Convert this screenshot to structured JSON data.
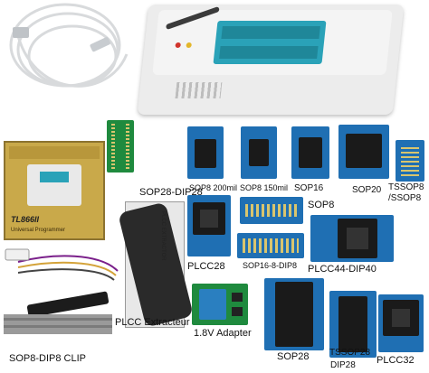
{
  "labels": {
    "sop28_dip28": "SOP28-DIP28",
    "sop8_200mil": "SOP8 200mil",
    "sop8_150mil": "SOP8 150mil",
    "sop16": "SOP16",
    "sop20": "SOP20",
    "tssop8_line1": "TSSOP8",
    "tssop8_line2": "/SSOP8",
    "sop8": "SOP8",
    "plcc28": "PLCC28",
    "sop16_8_dip8": "SOP16-8-DIP8",
    "plcc44_dip40": "PLCC44-DIP40",
    "plcc_extracteur": "PLCC Extracteur",
    "adapter_1_8v": "1.8V Adapter",
    "sop28": "SOP28",
    "tssop28_line1": "TSSOP28",
    "tssop28_line2": "DIP28",
    "plcc32": "PLCC32",
    "sop8_dip8_clip": "SOP8-DIP8 CLIP"
  },
  "box_text": {
    "model": "TL866II",
    "subtitle": "Universal Programmer",
    "tool_text": "PLCC EXTRACTOR"
  },
  "colors": {
    "board_blue": "#1f6fb3",
    "board_green": "#1f8a3e",
    "programmer_body": "#e9e9e9",
    "zif_socket": "#2aa2b8",
    "box_gold": "#c9a94a"
  }
}
